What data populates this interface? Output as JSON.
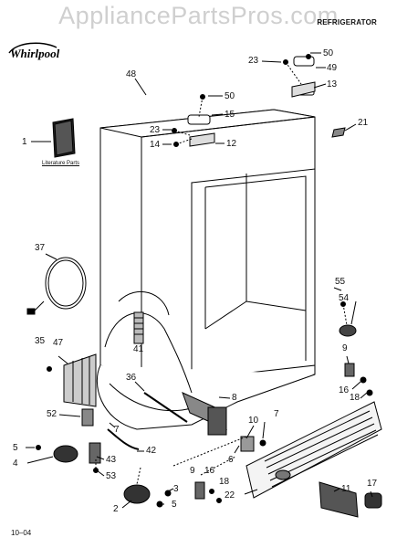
{
  "watermark": "AppliancePartsPros.com",
  "header_title": "REFRIGERATOR",
  "brand": "Whirlpool",
  "literature_label": "Literature Parts",
  "footer_code": "10–04",
  "callouts": {
    "c48": "48",
    "c23a": "23",
    "c50a": "50",
    "c49": "49",
    "c13": "13",
    "c50b": "50",
    "c23b": "23",
    "c15": "15",
    "c14": "14",
    "c12": "12",
    "c21": "21",
    "c1": "1",
    "c37": "37",
    "c55": "55",
    "c54": "54",
    "c41": "41",
    "c35": "35",
    "c47": "47",
    "c9a": "9",
    "c36": "36",
    "c8": "8",
    "c16a": "16",
    "c18a": "18",
    "c52": "52",
    "c7a": "7",
    "c10": "10",
    "c7b": "7",
    "c5a": "5",
    "c42": "42",
    "c6": "6",
    "c4": "4",
    "c43": "43",
    "c53": "53",
    "c3": "3",
    "c9b": "9",
    "c16b": "16",
    "c18b": "18",
    "c2": "2",
    "c5b": "5",
    "c22": "22",
    "c11": "11",
    "c17": "17"
  }
}
